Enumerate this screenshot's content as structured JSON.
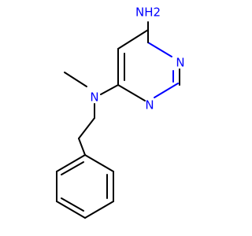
{
  "atoms": {
    "amine_nh2": "NH2",
    "ring_n1": "N",
    "ring_n3": "N",
    "amine_n": "N"
  },
  "colors": {
    "bond": "#000000",
    "nitrogen": "#0000ff",
    "background": "#ffffff"
  }
}
